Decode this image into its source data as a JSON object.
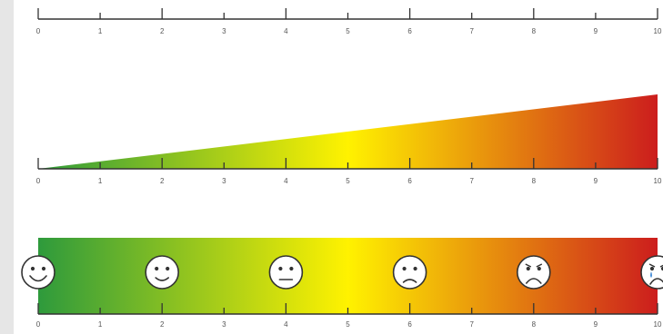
{
  "scales": [
    {
      "name": "plain-scale",
      "ticks": [
        "0",
        "1",
        "2",
        "3",
        "4",
        "5",
        "6",
        "7",
        "8",
        "9",
        "10"
      ]
    },
    {
      "name": "wedge-scale",
      "ticks": [
        "0",
        "1",
        "2",
        "3",
        "4",
        "5",
        "6",
        "7",
        "8",
        "9",
        "10"
      ]
    },
    {
      "name": "face-scale",
      "ticks": [
        "0",
        "1",
        "2",
        "3",
        "4",
        "5",
        "6",
        "7",
        "8",
        "9",
        "10"
      ]
    }
  ],
  "faces": [
    {
      "at": 0,
      "mood": "very-happy"
    },
    {
      "at": 2,
      "mood": "happy"
    },
    {
      "at": 4,
      "mood": "neutral"
    },
    {
      "at": 6,
      "mood": "sad"
    },
    {
      "at": 8,
      "mood": "very-sad"
    },
    {
      "at": 10,
      "mood": "crying"
    }
  ],
  "colors": {
    "green": "#2e9a3c",
    "yellow": "#fff200",
    "red": "#cc1d1d"
  }
}
